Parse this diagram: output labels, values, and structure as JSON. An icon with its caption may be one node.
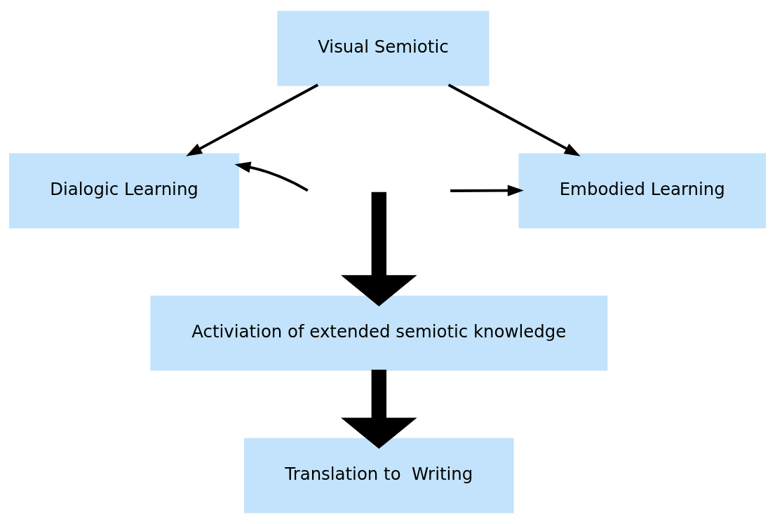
{
  "diagram": {
    "nodes": [
      {
        "text": [
          "Visual Semiotic"
        ]
      },
      {
        "text": [
          "Dialogic Learning"
        ]
      },
      {
        "text": [
          "Embodied Learning"
        ]
      },
      {
        "text": [
          "Activiation of extended semiotic knowledge"
        ]
      },
      {
        "text": [
          "Translation to  Writing"
        ]
      }
    ],
    "edges": [
      {
        "from": 0,
        "to": 1,
        "arrow": "to"
      },
      {
        "from": 0,
        "to": 2,
        "arrow": "to"
      },
      {
        "from": null,
        "to": 1,
        "arrow": "to"
      },
      {
        "from": null,
        "to": 2,
        "arrow": "to"
      },
      {
        "from": null,
        "to": 3,
        "arrow": "to",
        "style": "thick"
      },
      {
        "from": 3,
        "to": 4,
        "arrow": "to",
        "style": "thick"
      }
    ]
  }
}
